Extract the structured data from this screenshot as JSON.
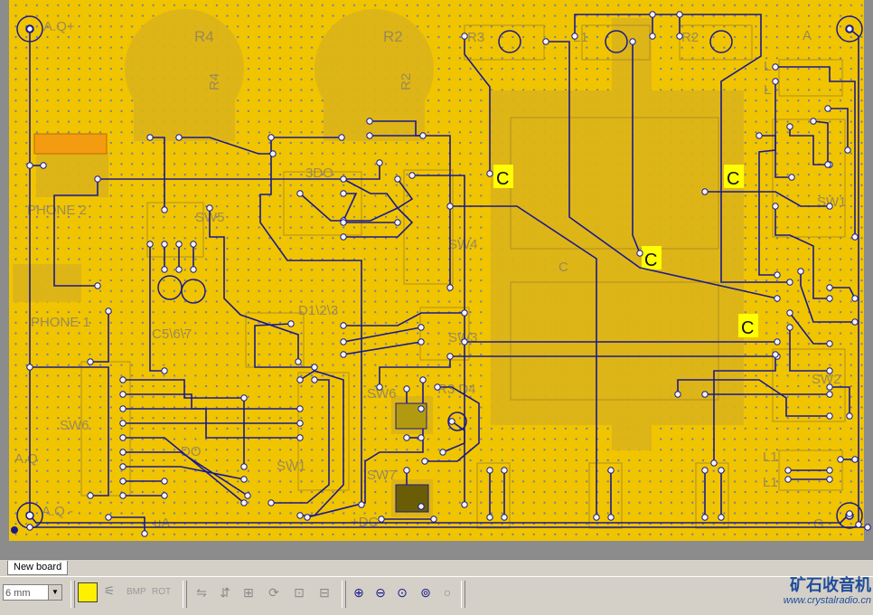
{
  "board": {
    "labels": {
      "r4": "R4",
      "r2": "R2",
      "r4_small": "R4",
      "r2_small": "R2",
      "r3a": "R3",
      "l1a": "L1",
      "r2b": "R2",
      "aq_plus": "A.Q+",
      "phone2": "PHONE 2",
      "phone1": "PHONE 1",
      "sw5": "SW5",
      "c567": "C5\\6\\7",
      "sw6b": "SW6",
      "aq": "A.Q",
      "aq_minus": "A.Q -",
      "ua": "uA",
      "ddo": "3DO",
      "sw4": "SW4",
      "d123": "D1\\2\\3",
      "sw3": "SW3",
      "sw6": "SW6",
      "r3d4": "R3  D4",
      "sw1b": "SW1",
      "sw7": "SW7",
      "dc": "+DC",
      "do": "DO",
      "c_center": "C",
      "a_top": "A",
      "l_top": "L",
      "l_top2": "L",
      "sw1": "SW1",
      "sw2": "SW2",
      "l1": "L1",
      "l1b": "L1",
      "g": "G",
      "c1": "C",
      "c2": "C",
      "c3": "C",
      "c4": "C"
    },
    "colors": {
      "board": "#f1c400",
      "accent": "#f39c12",
      "wire": "#1a1a8c",
      "frame": "#8c8c8c",
      "highlight": "#ffff00"
    }
  },
  "tab": {
    "label": "New board"
  },
  "toolbar": {
    "units": "6 mm",
    "bmp": "BMP",
    "rot": "ROT",
    "icons": [
      "color-swatch",
      "magic-icon",
      "flip-h-icon",
      "flip-v-icon",
      "mirror-icon",
      "rotate-icon",
      "move-icon",
      "zoom-in-icon",
      "zoom-out-icon",
      "zoom-fit-icon",
      "zoom-board-icon",
      "zoom-previous-icon"
    ]
  },
  "brand": {
    "name": "矿石收音机",
    "url": "www.crystalradio.cn"
  }
}
